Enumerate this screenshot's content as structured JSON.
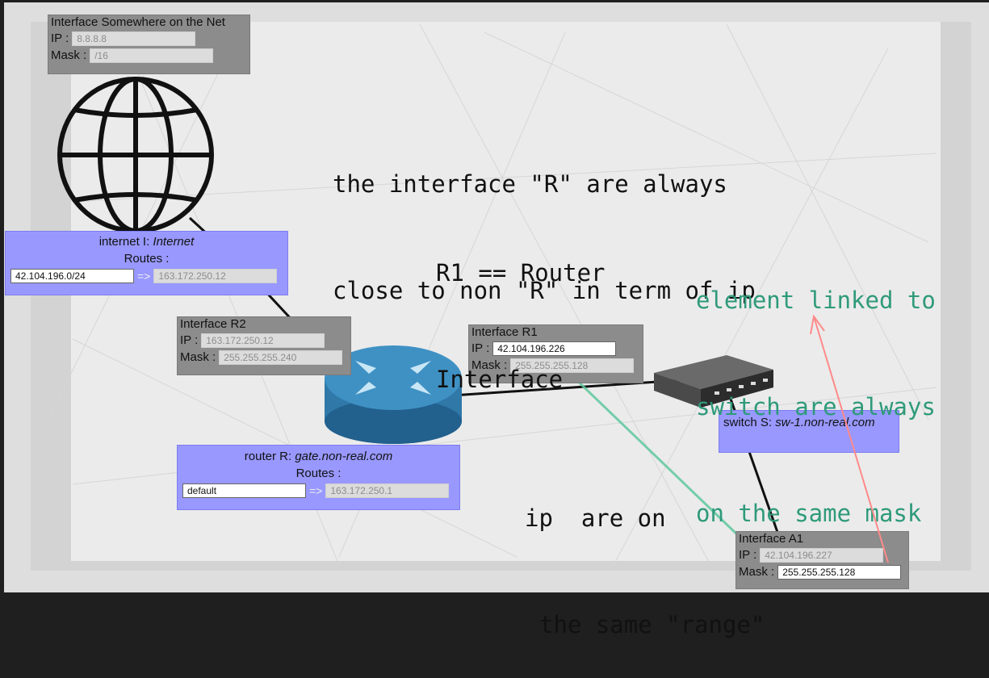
{
  "nodes": {
    "net": {
      "title": "Interface Somewhere on the Net",
      "ip_label": "IP :",
      "ip": "8.8.8.8",
      "mask_label": "Mask :",
      "mask": "/16"
    },
    "internet": {
      "title_prefix": "internet I:",
      "title_name": "Internet",
      "routes_label": "Routes :",
      "route_dest": "42.104.196.0/24",
      "route_arrow": "=>",
      "route_gw": "163.172.250.12"
    },
    "r2": {
      "title": "Interface R2",
      "ip_label": "IP :",
      "ip": "163.172.250.12",
      "mask_label": "Mask :",
      "mask": "255.255.255.240"
    },
    "r1": {
      "title": "Interface R1",
      "ip_label": "IP :",
      "ip": "42.104.196.226",
      "mask_label": "Mask :",
      "mask": "255.255.255.128"
    },
    "router": {
      "title_prefix": "router R:",
      "title_name": "gate.non-real.com",
      "routes_label": "Routes :",
      "route_dest": "default",
      "route_arrow": "=>",
      "route_gw": "163.172.250.1"
    },
    "switch": {
      "title_prefix": "switch S:",
      "title_name": "sw-1.non-real.com"
    },
    "a1": {
      "title": "Interface A1",
      "ip_label": "IP :",
      "ip": "42.104.196.227",
      "mask_label": "Mask :",
      "mask": "255.255.255.128"
    }
  },
  "notes": {
    "interface_note_line1": "the interface \"R\" are always",
    "interface_note_line2": "close to non \"R\" in term of ip",
    "router_note_line1": "R1 == Router",
    "router_note_line2": "Interface",
    "switch_note_line1": "element linked to",
    "switch_note_line2": "switch are always",
    "switch_note_line3": "on the same mask",
    "range_note_line1": "ip  are on",
    "range_note_line2": "the same \"range\""
  },
  "colors": {
    "node_gray": "#8c8c8c",
    "node_purple": "#9898ff",
    "router_blue": "#2f78a8",
    "annotation_green": "#2f9a7a",
    "annotation_red": "#ff8a8a"
  }
}
